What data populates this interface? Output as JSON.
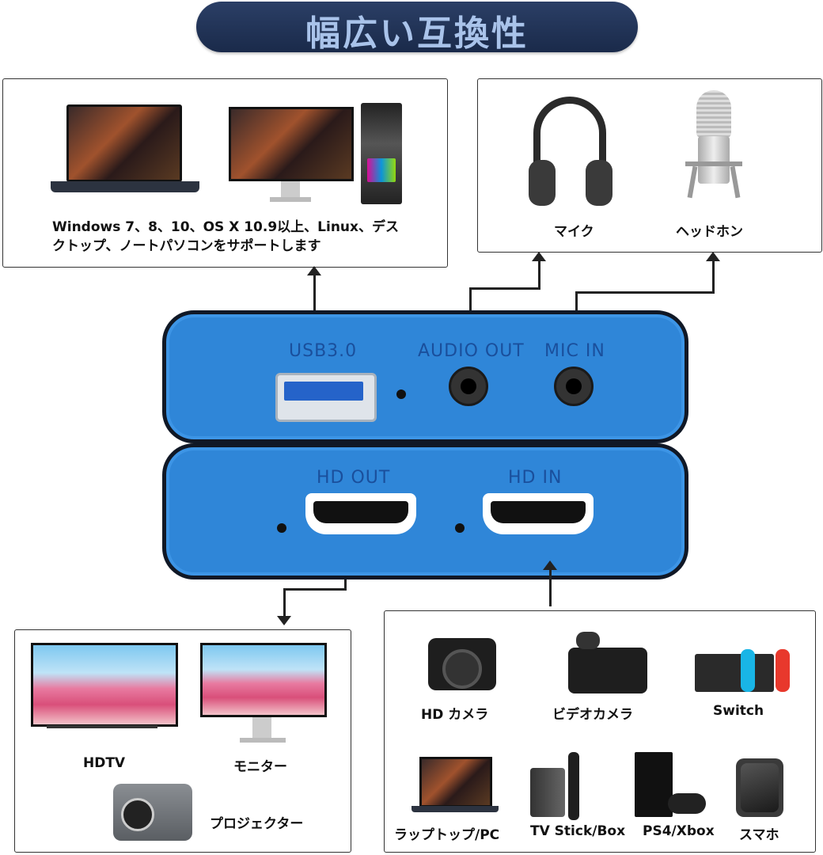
{
  "title": "幅広い互換性",
  "pc_box": {
    "caption_line1": "Windows 7、8、10、OS X 10.9以上、Linux、デス",
    "caption_line2": "クトップ、ノートパソコンをサポートします"
  },
  "audio_box": {
    "items": [
      {
        "label": "マイク",
        "icon": "headphones-icon"
      },
      {
        "label": "ヘッドホン",
        "icon": "microphone-icon"
      }
    ]
  },
  "device": {
    "top_ports": [
      "USB3.0",
      "AUDIO OUT",
      "MIC IN"
    ],
    "bottom_ports": [
      "HD OUT",
      "HD IN"
    ],
    "body_color": "#2f86d8"
  },
  "output_box": {
    "items": [
      {
        "label": "HDTV",
        "icon": "hdtv-icon"
      },
      {
        "label": "モニター",
        "icon": "monitor-icon"
      },
      {
        "label": "プロジェクター",
        "icon": "projector-icon"
      }
    ]
  },
  "input_box": {
    "items": [
      {
        "label": "HD カメラ",
        "icon": "camera-icon"
      },
      {
        "label": "ビデオカメラ",
        "icon": "camcorder-icon"
      },
      {
        "label": "Switch",
        "icon": "switch-console-icon"
      },
      {
        "label": "ラップトップ/PC",
        "icon": "laptop-icon"
      },
      {
        "label": "TV Stick/Box",
        "icon": "tv-box-icon"
      },
      {
        "label": "PS4/Xbox",
        "icon": "game-console-icon"
      },
      {
        "label": "スマホ",
        "icon": "smartphone-icon"
      }
    ]
  }
}
